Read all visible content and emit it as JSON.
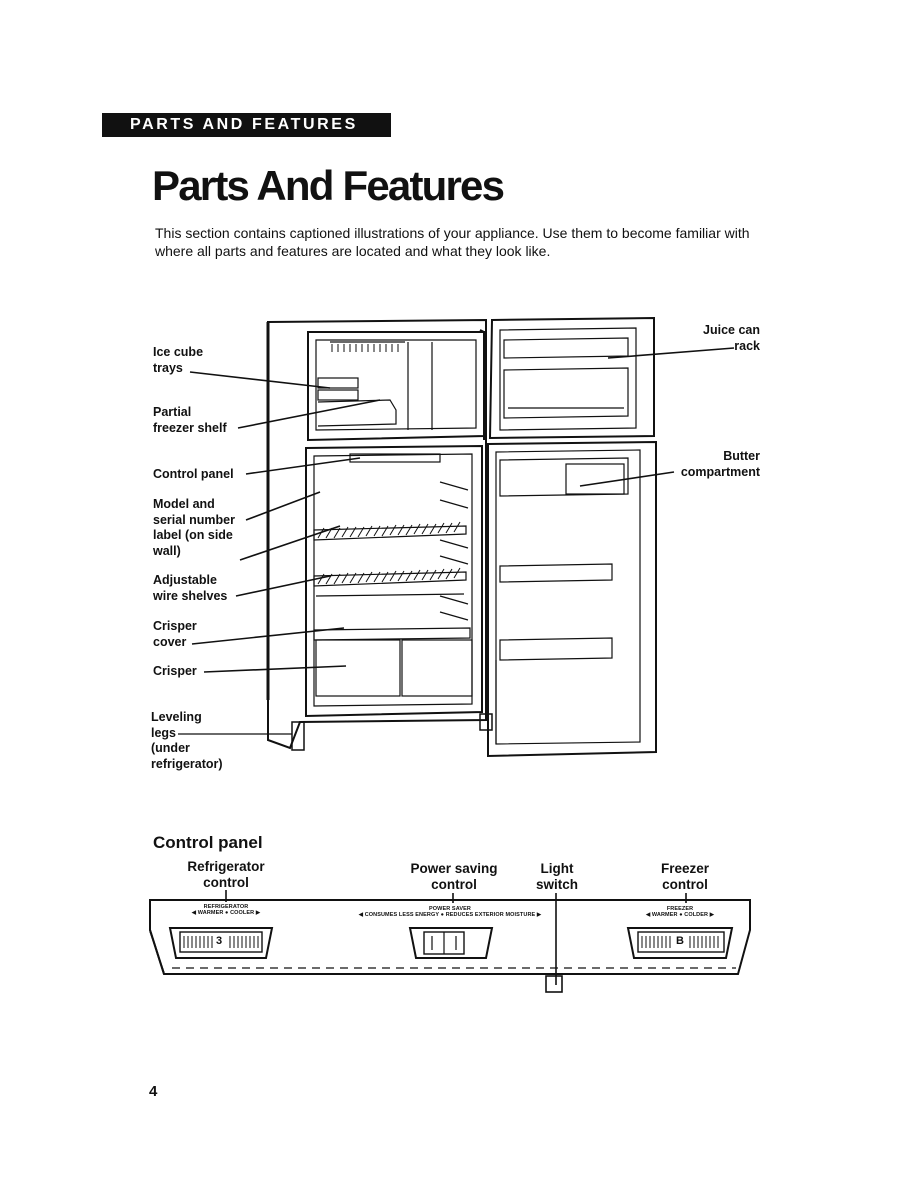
{
  "header": {
    "section_banner": "PARTS AND FEATURES"
  },
  "page": {
    "title": "Parts And Features",
    "intro": "This section contains captioned illustrations of your appliance. Use them to become familiar with where all parts and features are located and what they look like.",
    "page_number": "4"
  },
  "callouts": {
    "ice_cube_trays": [
      "Ice cube",
      "trays"
    ],
    "partial_freezer_shelf": [
      "Partial",
      "freezer shelf"
    ],
    "control_panel": [
      "Control panel"
    ],
    "model_serial_label": [
      "Model and",
      "serial number",
      "label (on side",
      "wall)"
    ],
    "adjustable_wire_shelves": [
      "Adjustable",
      "wire shelves"
    ],
    "crisper_cover": [
      "Crisper",
      "cover"
    ],
    "crisper": [
      "Crisper"
    ],
    "leveling_legs": [
      "Leveling",
      "legs",
      "(under",
      "refrigerator)"
    ],
    "juice_can_rack": [
      "Juice can",
      "rack"
    ],
    "butter_compartment": [
      "Butter",
      "compartment"
    ]
  },
  "control_panel_section": {
    "heading": "Control panel",
    "labels": {
      "refrigerator_control": [
        "Refrigerator",
        "control"
      ],
      "power_saving_control": [
        "Power saving",
        "control"
      ],
      "light_switch": [
        "Light",
        "switch"
      ],
      "freezer_control": [
        "Freezer",
        "control"
      ]
    },
    "panel_text": {
      "refrigerator": "REFRIGERATOR",
      "refrigerator_scale": "◀ WARMER ● COOLER ▶",
      "power_saver": "POWER SAVER",
      "power_saver_scale": "◀ CONSUMES LESS ENERGY ● REDUCES EXTERIOR MOISTURE ▶",
      "freezer": "FREEZER",
      "freezer_scale": "◀ WARMER ● COLDER ▶"
    },
    "dial_values": {
      "refrigerator": "3",
      "freezer": "B"
    }
  }
}
